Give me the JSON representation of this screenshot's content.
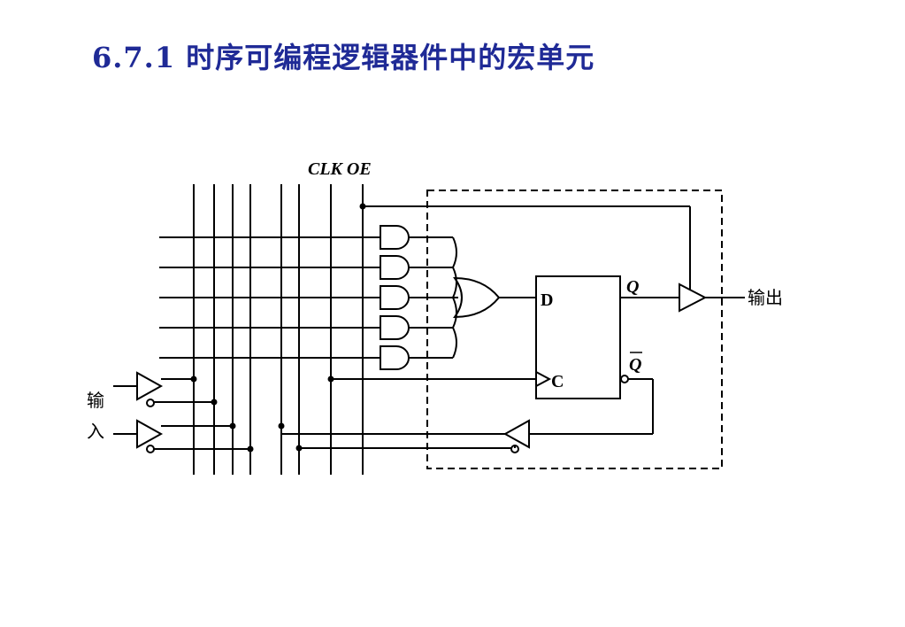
{
  "title": "6.7.1 时序可编程逻辑器件中的宏单元",
  "diagram": {
    "clk_oe_label": "CLK OE",
    "input_label_top": "输",
    "input_label_bottom": "入",
    "output_label": "输出",
    "ff_d_label": "D",
    "ff_c_label": "C",
    "q_label": "Q",
    "qbar_label": "Q"
  }
}
